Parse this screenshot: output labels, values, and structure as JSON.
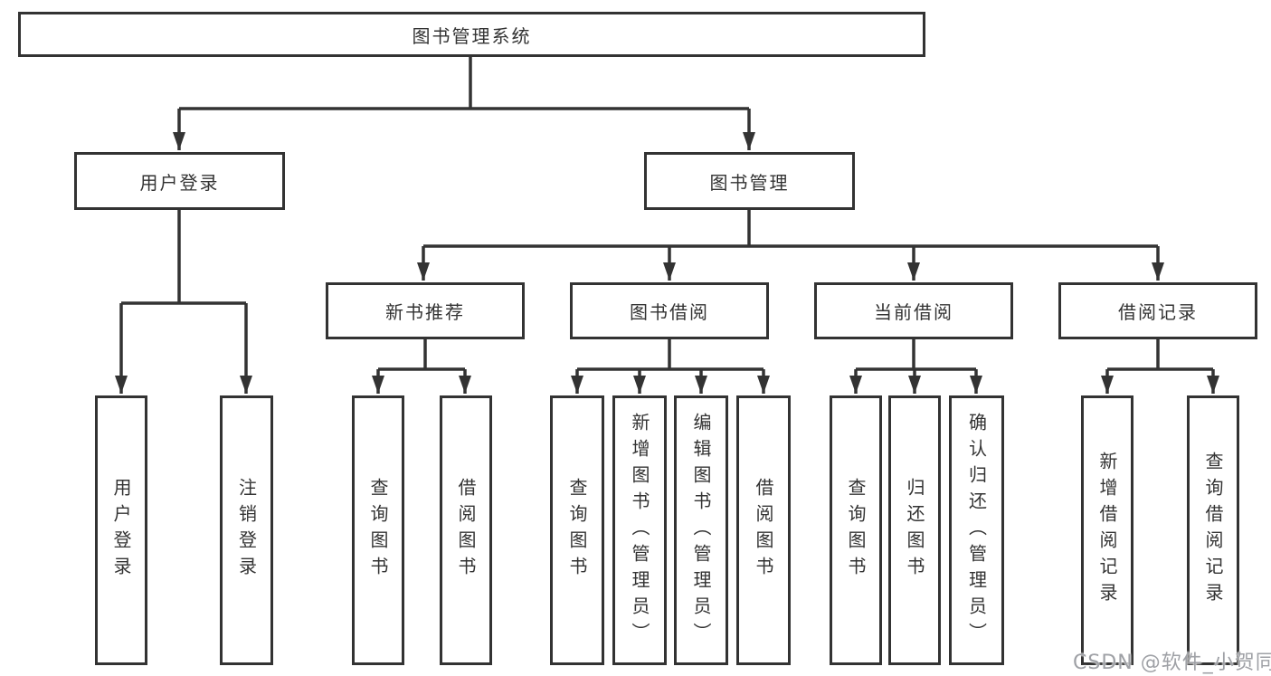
{
  "diagram_title": "图书管理系统",
  "tree": {
    "label": "图书管理系统",
    "children": [
      {
        "label": "用户登录",
        "children": [
          {
            "label": "用户登录"
          },
          {
            "label": "注销登录"
          }
        ]
      },
      {
        "label": "图书管理",
        "children": [
          {
            "label": "新书推荐",
            "children": [
              {
                "label": "查询图书"
              },
              {
                "label": "借阅图书"
              }
            ]
          },
          {
            "label": "图书借阅",
            "children": [
              {
                "label": "查询图书"
              },
              {
                "label": "新增图书（管理员）"
              },
              {
                "label": "编辑图书（管理员）"
              },
              {
                "label": "借阅图书"
              }
            ]
          },
          {
            "label": "当前借阅",
            "children": [
              {
                "label": "查询图书"
              },
              {
                "label": "归还图书"
              },
              {
                "label": "确认归还（管理员）"
              }
            ]
          },
          {
            "label": "借阅记录",
            "children": [
              {
                "label": "新增借阅记录"
              },
              {
                "label": "查询借阅记录"
              }
            ]
          }
        ]
      }
    ]
  },
  "watermark": {
    "text": "CSDN @软件_小贺同学"
  },
  "colors": {
    "line": "#333333",
    "box_border": "#333333",
    "text": "#333333",
    "background": "#ffffff",
    "watermark": "#9fa1a6"
  }
}
